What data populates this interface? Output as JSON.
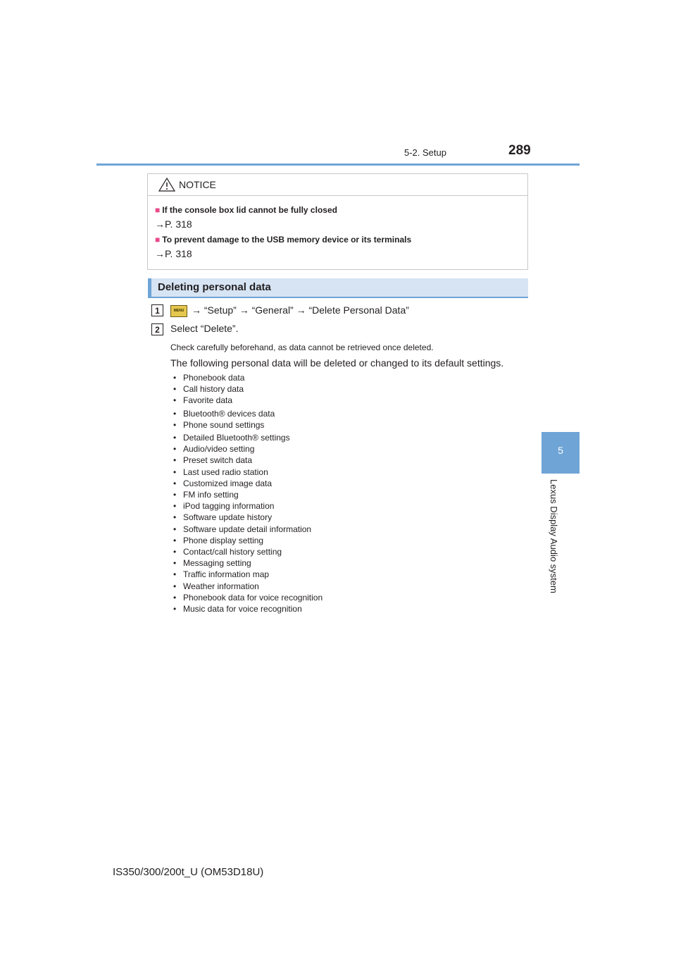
{
  "header": {
    "section": "5-2. Setup",
    "page_number": "289"
  },
  "chapter_tab": {
    "number": "5",
    "title": "Lexus Display Audio system"
  },
  "notice": {
    "label": "NOTICE",
    "items": [
      {
        "title": "If the console box lid cannot be fully closed",
        "ref": "→P. 318"
      },
      {
        "title": "To prevent damage to the USB memory device or its terminals",
        "ref": "→P. 318"
      }
    ]
  },
  "section_heading": "Deleting personal data",
  "steps": [
    {
      "number": "1",
      "icon_label": "MENU",
      "text": "→ “Setup” → “General” → “Delete Personal Data”"
    },
    {
      "number": "2",
      "text": "Select “Delete”."
    }
  ],
  "note_small": "Check carefully beforehand, as data cannot be retrieved once deleted.",
  "note_main": "The following personal data will be deleted or changed to its default settings.",
  "data_items": [
    "Phonebook data",
    "Call history data",
    "Favorite data",
    "Bluetooth® devices data",
    "Phone sound settings",
    "Detailed Bluetooth® settings",
    "Audio/video setting",
    "Preset switch data",
    "Last used radio station",
    "Customized image data",
    "FM info setting",
    "iPod tagging information",
    "Software update history",
    "Software update detail information",
    "Phone display setting",
    "Contact/call history setting",
    "Messaging setting",
    "Traffic information map",
    "Weather information",
    "Phonebook data for voice recognition",
    "Music data for voice recognition"
  ],
  "footer": "IS350/300/200t_U (OM53D18U)",
  "colors": {
    "accent_blue": "#6fa4d6",
    "heading_bg": "#d6e4f4",
    "notice_square": "#e84a8a"
  }
}
